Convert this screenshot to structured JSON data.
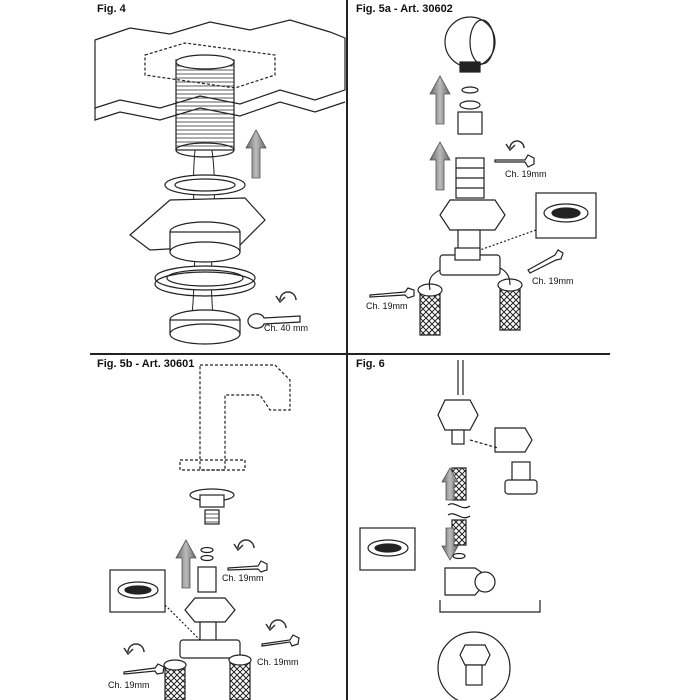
{
  "figures": {
    "fig4": {
      "title": "Fig. 4",
      "wrench_label": "Ch. 40 mm"
    },
    "fig5a": {
      "title": "Fig. 5a - Art. 30602",
      "wrench_top_label": "Ch. 19mm",
      "wrench_right_label": "Ch. 19mm",
      "wrench_left_label": "Ch. 19mm"
    },
    "fig5b": {
      "title": "Fig. 5b - Art. 30601",
      "wrench_top_label": "Ch. 19mm",
      "wrench_right_label": "Ch. 19mm",
      "wrench_left_label": "Ch. 19mm"
    },
    "fig6": {
      "title": "Fig. 6"
    }
  },
  "icons": [
    "rotate-arrow-icon",
    "wrench-icon",
    "up-arrow-icon",
    "down-arrow-icon",
    "washer-detail-icon"
  ],
  "colors": {
    "line": "#222222",
    "arrow": "#555555",
    "background": "#ffffff"
  }
}
